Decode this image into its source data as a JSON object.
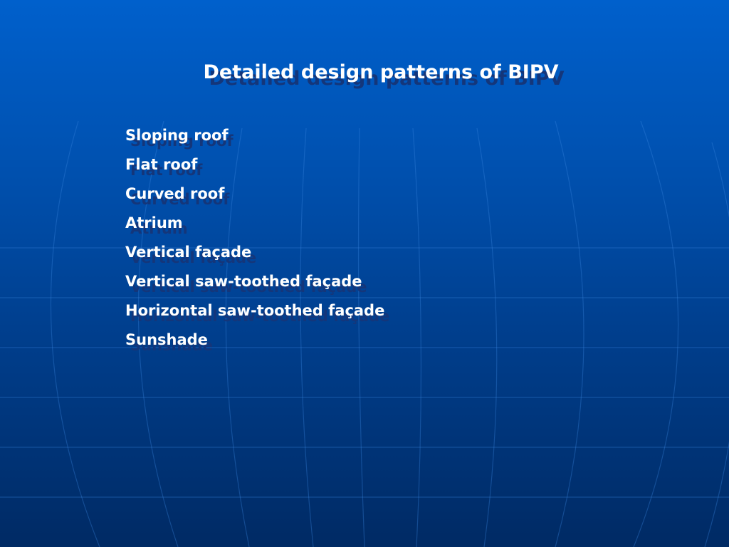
{
  "slide": {
    "title": "Detailed design patterns of BIPV",
    "items": [
      "Sloping roof",
      "Flat roof",
      "Curved roof",
      "Atrium",
      "Vertical façade",
      "Vertical saw-toothed façade",
      "Horizontal saw-toothed façade",
      "Sunshade"
    ]
  },
  "colors": {
    "background_top": "#0060cc",
    "background_bottom": "#002a64",
    "text": "#ffffff",
    "shadow": "#14367a"
  }
}
